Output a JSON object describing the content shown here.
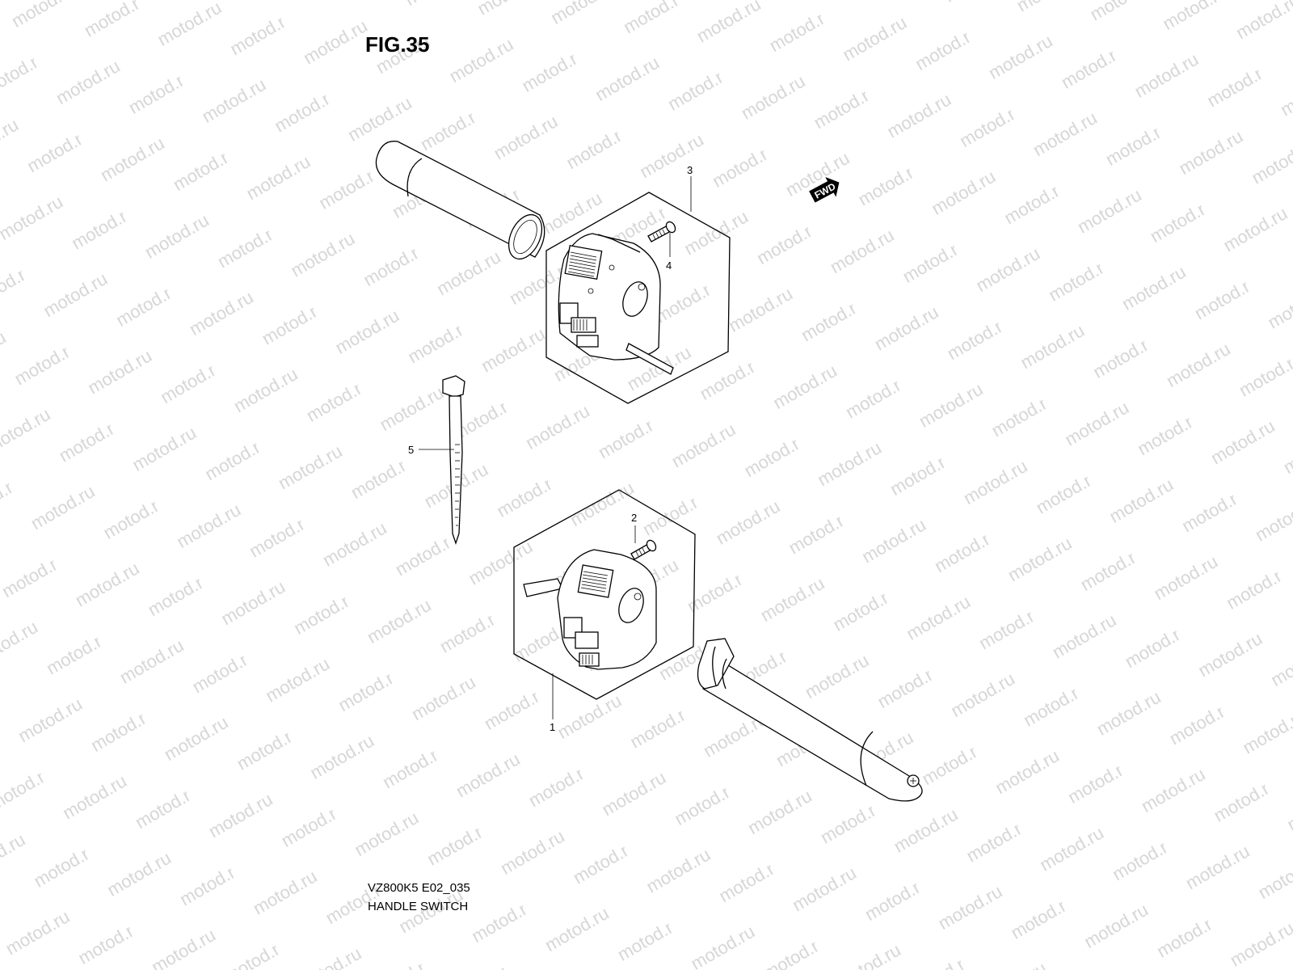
{
  "figure": {
    "title": "FIG.35",
    "code": "VZ800K5 E02_035",
    "name": "HANDLE SWITCH"
  },
  "watermark": {
    "text": "motod.ru",
    "color": "#d9d9d9"
  },
  "direction_marker": {
    "label": "FWD"
  },
  "parts": [
    {
      "ref": "1",
      "description": "Left handle switch assembly (lower hexagon)"
    },
    {
      "ref": "2",
      "description": "Screw for left handle switch"
    },
    {
      "ref": "3",
      "description": "Right handle switch assembly (upper hexagon)"
    },
    {
      "ref": "4",
      "description": "Screw for right handle switch"
    },
    {
      "ref": "5",
      "description": "Cable tie"
    }
  ],
  "callouts": {
    "c1": "1",
    "c2": "2",
    "c3": "3",
    "c4": "4",
    "c5": "5"
  }
}
